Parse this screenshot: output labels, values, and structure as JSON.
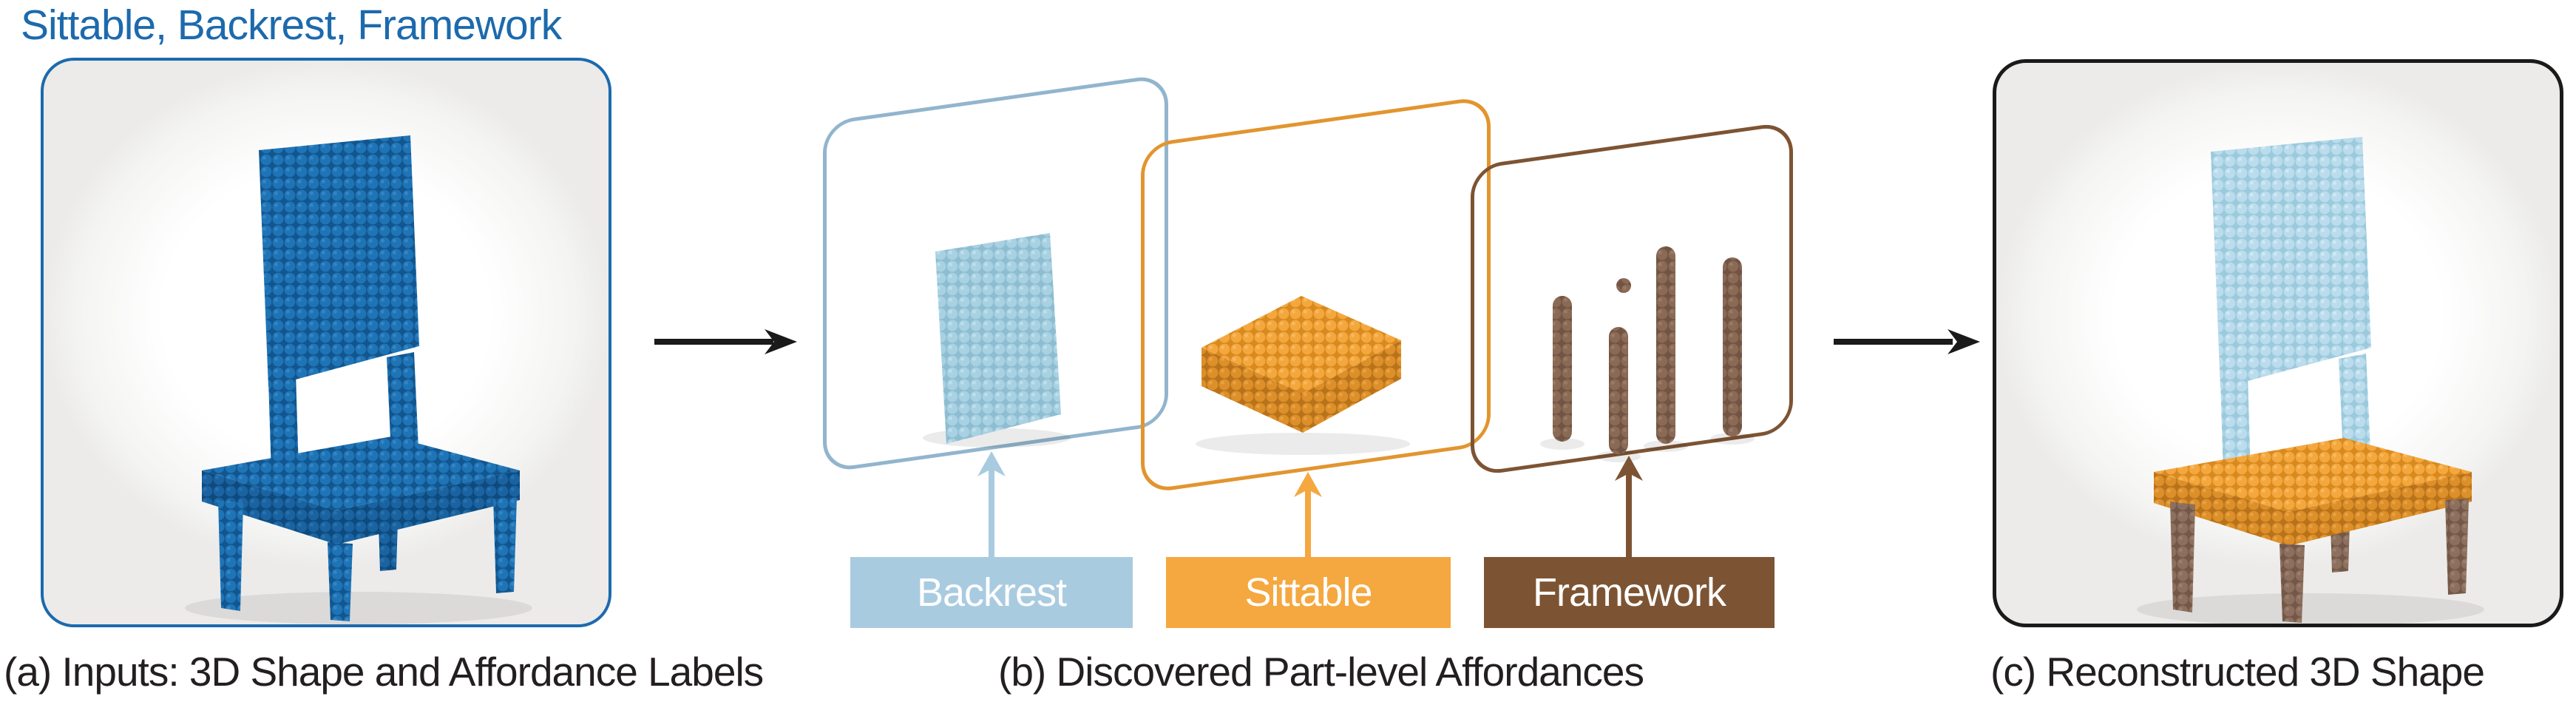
{
  "figure": {
    "title": "Sittable, Backrest, Framework",
    "caption_a": "(a) Inputs: 3D Shape and Affordance Labels",
    "caption_b": "(b) Discovered Part-level Affordances",
    "caption_c": "(c) Reconstructed 3D Shape"
  },
  "affordance_labels": {
    "backrest": "Backrest",
    "sittable": "Sittable",
    "framework": "Framework"
  },
  "colors": {
    "accent_blue": "#1c6aad",
    "chair_blue": "#1f74b6",
    "backrest_blue": "#a9cbe0",
    "sittable_orange": "#f5a83f",
    "framework_brown": "#7d5433",
    "card_border_blue": "#92b5cd",
    "card_border_orange": "#e2952f",
    "card_border_brown": "#7d5433",
    "arrow_black": "#1a1a1a",
    "caption_black": "#231f20"
  }
}
